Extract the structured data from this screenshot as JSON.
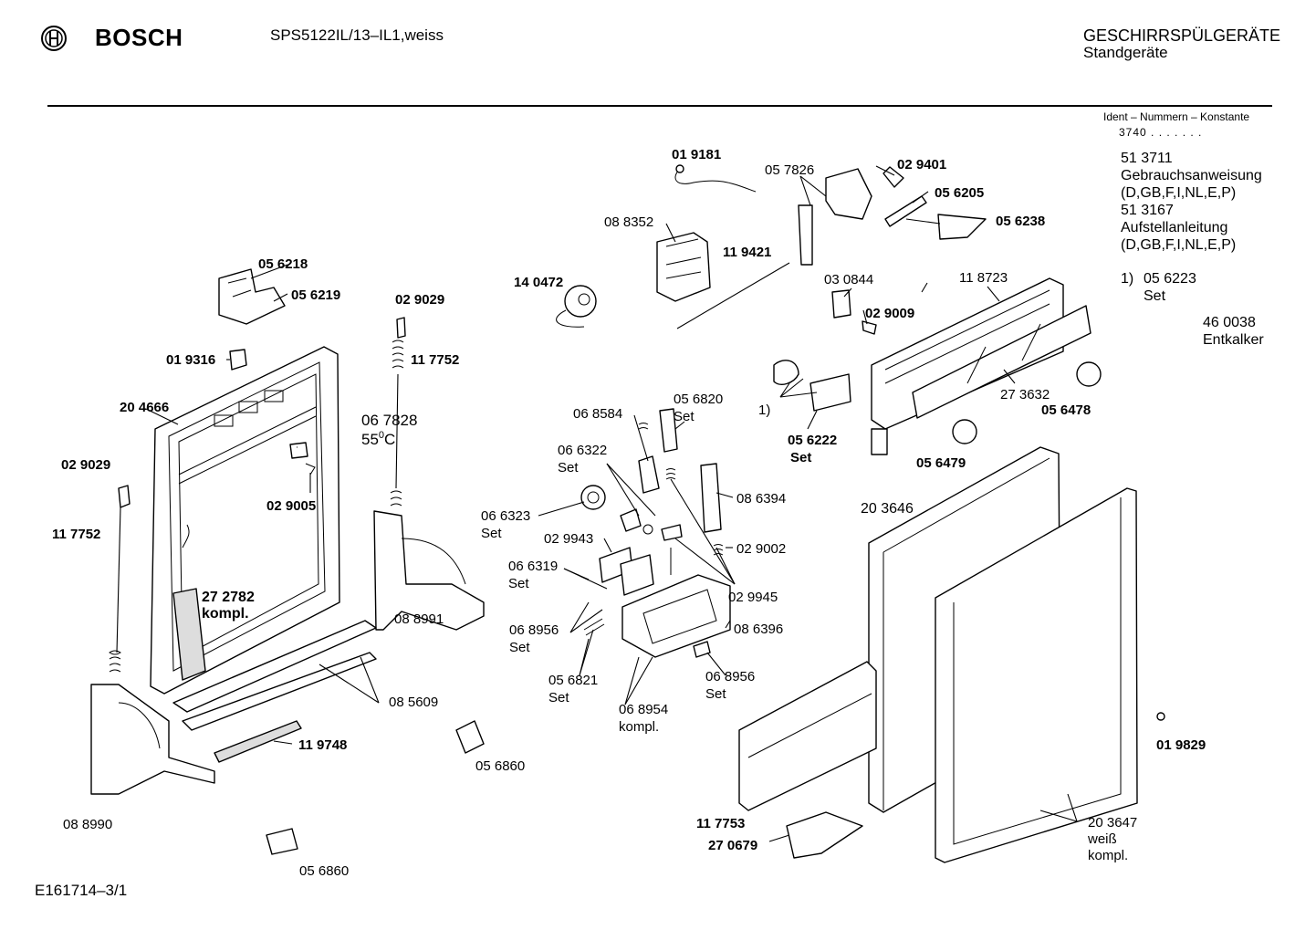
{
  "header": {
    "brand": "BOSCH",
    "model": "SPS5122IL/13–IL1,weiss",
    "category": "GESCHIRRSPÜLGERÄTE",
    "subcategory": "Standgeräte"
  },
  "ident": {
    "title": "Ident – Nummern – Konstante",
    "constant": "3740 . .  .  .  . . ."
  },
  "info": {
    "manual_number": "51 3711",
    "manual_label": "Gebrauchsanweisung",
    "manual_langs": "(D,GB,F,I,NL,E,P)",
    "install_number": "51 3167",
    "install_label": "Aufstellanleitung",
    "install_langs": "(D,GB,F,I,NL,E,P)",
    "note_marker": "1)",
    "note_number": "05 6223",
    "note_label": "Set",
    "descaler_number": "46 0038",
    "descaler_label": "Entkalker"
  },
  "footer": {
    "code": "E161714–3/1"
  },
  "parts": [
    {
      "id": "p01",
      "text": "01 9181",
      "bold": true
    },
    {
      "id": "p02",
      "text": "05 7826",
      "bold": false
    },
    {
      "id": "p03",
      "text": "02 9401",
      "bold": true
    },
    {
      "id": "p04",
      "text": "05 6205",
      "bold": true
    },
    {
      "id": "p05",
      "text": "05 6238",
      "bold": true
    },
    {
      "id": "p06",
      "text": "08 8352",
      "bold": false
    },
    {
      "id": "p07",
      "text": "11 9421",
      "bold": true
    },
    {
      "id": "p08",
      "text": "14 0472",
      "bold": true
    },
    {
      "id": "p09",
      "text": "03 0844",
      "bold": false
    },
    {
      "id": "p10",
      "text": "11 8723",
      "bold": false
    },
    {
      "id": "p11",
      "text": "02 9009",
      "bold": true
    },
    {
      "id": "p12",
      "text": "05 6218",
      "bold": true
    },
    {
      "id": "p13",
      "text": "05 6219",
      "bold": true
    },
    {
      "id": "p14",
      "text": "02 9029",
      "bold": true
    },
    {
      "id": "p15",
      "text": "11 7752",
      "bold": true
    },
    {
      "id": "p16",
      "text": "01 9316",
      "bold": true
    },
    {
      "id": "p17",
      "text": "20 4666",
      "bold": true
    },
    {
      "id": "p18",
      "text": "06 7828",
      "bold": false
    },
    {
      "id": "p20",
      "text": "02 9005",
      "bold": true
    },
    {
      "id": "p21",
      "text": "02 9029",
      "bold": true
    },
    {
      "id": "p22",
      "text": "11 7752",
      "bold": true
    },
    {
      "id": "p23",
      "text": "27 2782",
      "bold": true
    },
    {
      "id": "p24",
      "text": "kompl.",
      "bold": true
    },
    {
      "id": "p25",
      "text": "08 8991",
      "bold": false
    },
    {
      "id": "p26",
      "text": "08 5609",
      "bold": false
    },
    {
      "id": "p27",
      "text": "11 9748",
      "bold": true
    },
    {
      "id": "p28",
      "text": "08 8990",
      "bold": false
    },
    {
      "id": "p29",
      "text": "05 6860",
      "bold": false
    },
    {
      "id": "p30",
      "text": "05 6860",
      "bold": false
    },
    {
      "id": "p31",
      "text": "06 8584",
      "bold": false
    },
    {
      "id": "p32",
      "text": "05 6820",
      "bold": false
    },
    {
      "id": "p33",
      "text": "Set",
      "bold": false
    },
    {
      "id": "p34",
      "text": "06 6322",
      "bold": false
    },
    {
      "id": "p35",
      "text": "Set",
      "bold": false
    },
    {
      "id": "p36",
      "text": "06 6323",
      "bold": false
    },
    {
      "id": "p37",
      "text": "Set",
      "bold": false
    },
    {
      "id": "p38",
      "text": "02 9943",
      "bold": false
    },
    {
      "id": "p39",
      "text": "06 6319",
      "bold": false
    },
    {
      "id": "p40",
      "text": "Set",
      "bold": false
    },
    {
      "id": "p41",
      "text": "06 8956",
      "bold": false
    },
    {
      "id": "p42",
      "text": "Set",
      "bold": false
    },
    {
      "id": "p43",
      "text": "05 6821",
      "bold": false
    },
    {
      "id": "p44",
      "text": "Set",
      "bold": false
    },
    {
      "id": "p45",
      "text": "06 8954",
      "bold": false
    },
    {
      "id": "p46",
      "text": "kompl.",
      "bold": false
    },
    {
      "id": "p47",
      "text": "06 8956",
      "bold": false
    },
    {
      "id": "p48",
      "text": "Set",
      "bold": false
    },
    {
      "id": "p49",
      "text": "08 6396",
      "bold": false
    },
    {
      "id": "p50",
      "text": "02 9945",
      "bold": false
    },
    {
      "id": "p51",
      "text": "02 9002",
      "bold": false
    },
    {
      "id": "p52",
      "text": "08 6394",
      "bold": false
    },
    {
      "id": "p53",
      "text": "1)",
      "bold": false
    },
    {
      "id": "p54",
      "text": "05 6222",
      "bold": true
    },
    {
      "id": "p55",
      "text": "Set",
      "bold": true
    },
    {
      "id": "p56",
      "text": "27 3632",
      "bold": false
    },
    {
      "id": "p57",
      "text": "05 6478",
      "bold": true
    },
    {
      "id": "p58",
      "text": "05 6479",
      "bold": true
    },
    {
      "id": "p59",
      "text": "20 3646",
      "bold": false
    },
    {
      "id": "p60",
      "text": "01 9829",
      "bold": true
    },
    {
      "id": "p61",
      "text": "11 7753",
      "bold": true
    },
    {
      "id": "p62",
      "text": "27 0679",
      "bold": true
    },
    {
      "id": "p63",
      "text": "20 3647",
      "bold": false
    },
    {
      "id": "p64",
      "text": "weiß",
      "bold": false
    },
    {
      "id": "p65",
      "text": "kompl.",
      "bold": false
    }
  ],
  "temperature": {
    "value": "55",
    "sup": "0",
    "unit": "C"
  }
}
